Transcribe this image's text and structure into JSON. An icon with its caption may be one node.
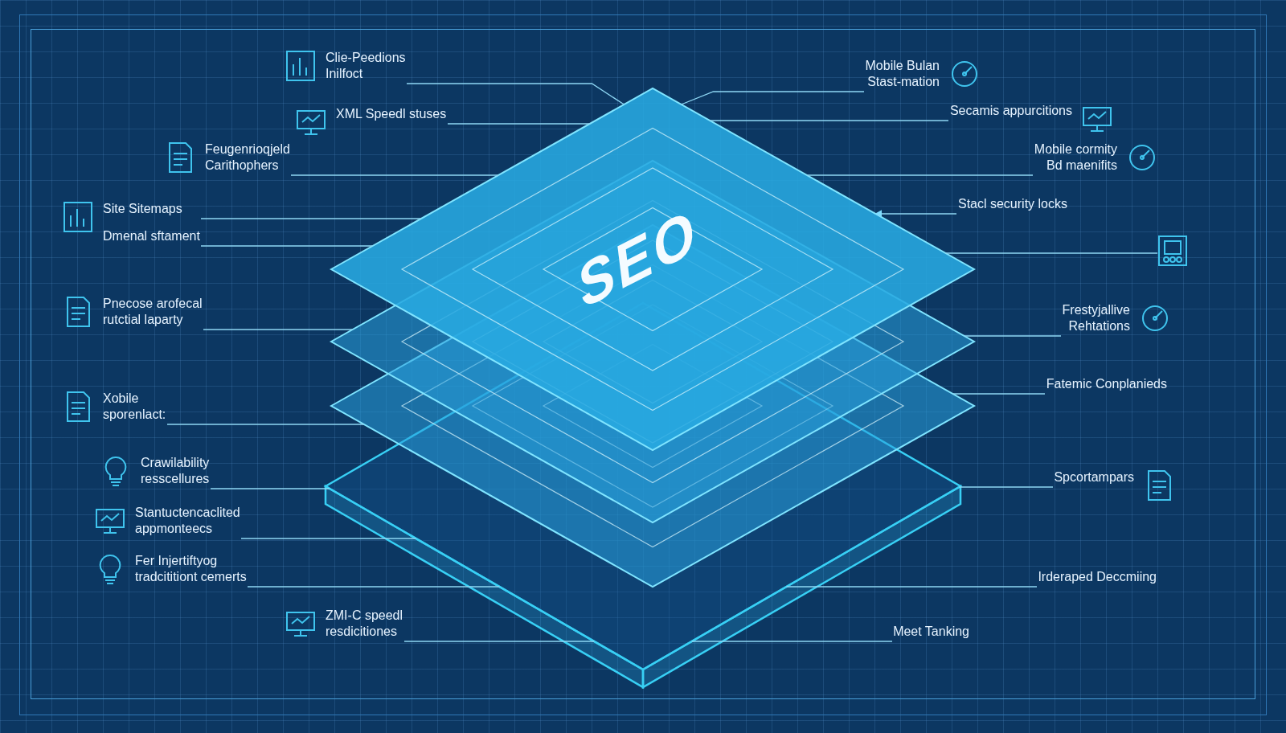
{
  "diagram": {
    "nodes": [
      {
        "text": [
          "SEO"
        ]
      },
      {
        "text": [],
        "shape": "diamond"
      },
      {
        "text": [],
        "shape": "diamond"
      },
      {
        "text": [],
        "shape": "diamond"
      },
      {
        "text": [
          "Clie-Peedions Inilfoct"
        ]
      },
      {
        "text": [
          "XML Speedl stuses"
        ]
      },
      {
        "text": [
          "Feugenrioqjeld Carithophers"
        ]
      },
      {
        "text": [
          "Site Sitemaps",
          "Dmenal sftament"
        ]
      },
      {
        "text": [
          "Pnecose arofecal rutctial laparty"
        ]
      },
      {
        "text": [
          "Xobile sporenlact:"
        ]
      },
      {
        "text": [
          "Crawilability resscellures"
        ]
      },
      {
        "text": [
          "Stantuctencaclited appmonteecs"
        ]
      },
      {
        "text": [
          "Fer Injertiftyog tradcititiont cemerts"
        ]
      },
      {
        "text": [
          "ZMI-C speedl resdicitiones"
        ]
      },
      {
        "text": [
          "Mobile Bulan Stast-mation"
        ]
      },
      {
        "text": [
          "Secamis appurcitions"
        ]
      },
      {
        "text": [
          "Mobile cormity Bd maenifits"
        ]
      },
      {
        "text": [
          "Stacl security locks"
        ]
      },
      {
        "text": [],
        "shape": "picture"
      },
      {
        "text": [
          "Frestyjallive Rehtations"
        ]
      },
      {
        "text": [
          "Fatemic Conplanieds"
        ]
      },
      {
        "text": [
          "Spcortampars"
        ]
      },
      {
        "text": [
          "Irderaped Deccmiing"
        ]
      },
      {
        "text": [
          "Meet Tanking"
        ]
      }
    ],
    "edges": [
      {
        "from": 4,
        "to": 0,
        "arrow": "none"
      },
      {
        "from": 5,
        "to": 0,
        "arrow": "none"
      },
      {
        "from": 6,
        "to": 0,
        "arrow": "none"
      },
      {
        "from": 7,
        "to": 0,
        "arrow": "none"
      },
      {
        "from": 7,
        "to": 0,
        "arrow": "none"
      },
      {
        "from": 8,
        "to": 1,
        "arrow": "none"
      },
      {
        "from": 9,
        "to": 2,
        "arrow": "none"
      },
      {
        "from": 10,
        "to": 3,
        "arrow": "none"
      },
      {
        "from": 11,
        "to": 3,
        "arrow": "none"
      },
      {
        "from": 12,
        "to": 3,
        "arrow": "none"
      },
      {
        "from": 13,
        "to": 3,
        "arrow": "none"
      },
      {
        "from": 14,
        "to": 0,
        "arrow": "none"
      },
      {
        "from": 15,
        "to": 0,
        "arrow": "none"
      },
      {
        "from": 16,
        "to": 0,
        "arrow": "none"
      },
      {
        "from": 17,
        "to": 0,
        "arrow": "to"
      },
      {
        "from": 18,
        "to": 0,
        "arrow": "none"
      },
      {
        "from": 19,
        "to": 1,
        "arrow": "none"
      },
      {
        "from": 20,
        "to": 2,
        "arrow": "none"
      },
      {
        "from": 21,
        "to": 3,
        "arrow": "none"
      },
      {
        "from": 22,
        "to": 3,
        "arrow": "none"
      },
      {
        "from": 23,
        "to": 3,
        "arrow": "none"
      }
    ]
  }
}
